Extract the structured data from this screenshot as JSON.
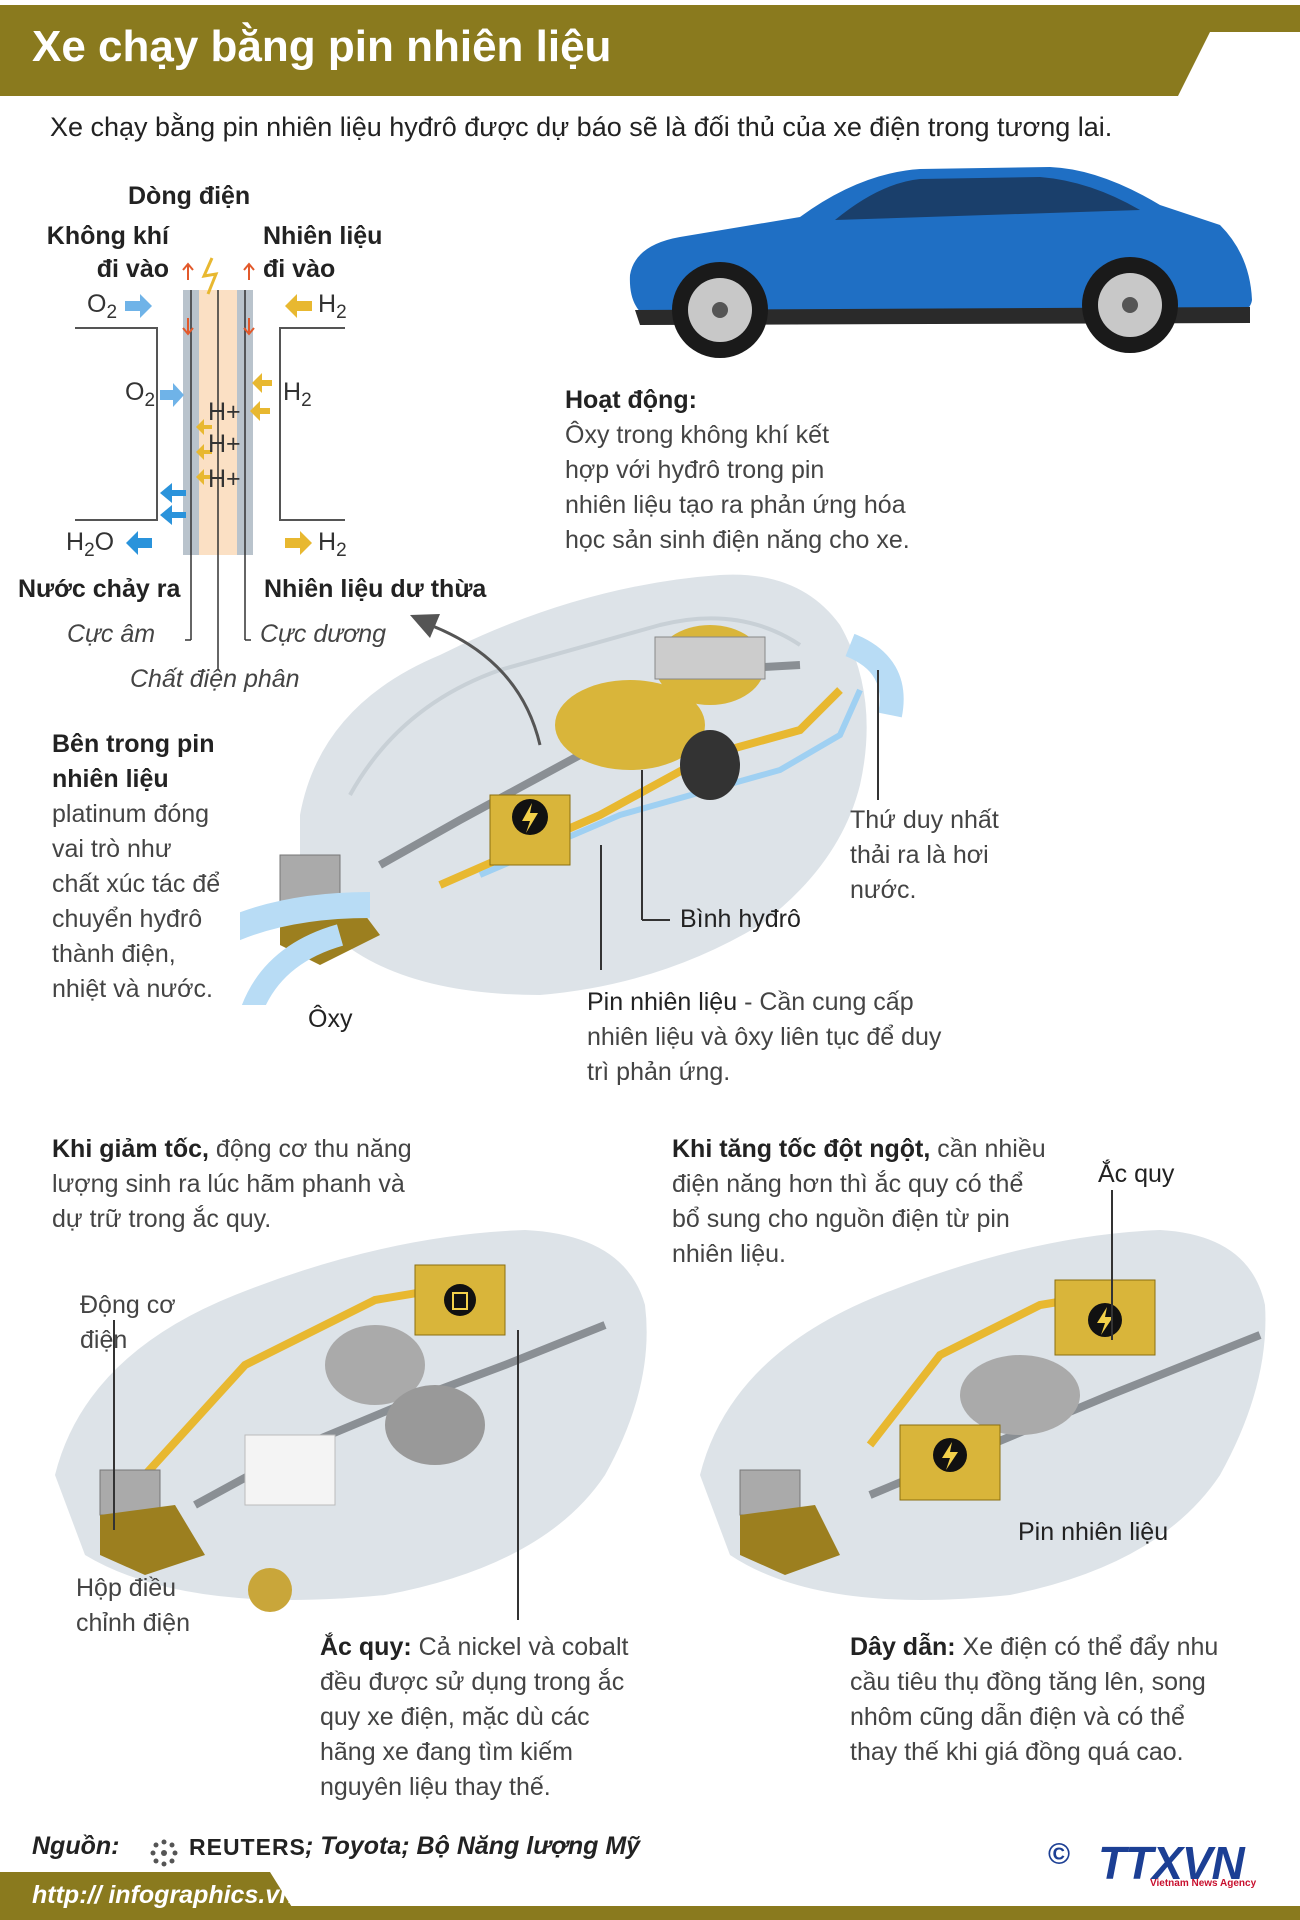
{
  "header": {
    "title": "Xe chạy bằng pin nhiên liệu",
    "subtitle": "Xe chạy bằng pin nhiên liệu hyđrô được dự báo sẽ là đối thủ của xe điện trong tương lai.",
    "bar_color": "#8a7a1e"
  },
  "cell_diagram": {
    "current_label": "Dòng điện",
    "air_in": [
      "Không khí",
      "đi vào"
    ],
    "fuel_in": [
      "Nhiên liệu",
      "đi vào"
    ],
    "o2": "O",
    "h2": "H",
    "two": "2",
    "water": "H",
    "water_o": "O",
    "hplus": "H+",
    "water_out": "Nước chảy ra",
    "excess_fuel": "Nhiên liệu dư thừa",
    "cathode": "Cực âm",
    "anode": "Cực dương",
    "electrolyte": "Chất điện phân"
  },
  "operation": {
    "heading": "Hoạt động:",
    "lines": [
      "Ôxy trong không khí kết",
      "hợp với hyđrô trong pin",
      "nhiên liệu tạo ra phản ứng hóa",
      "học sản sinh điện năng cho xe."
    ]
  },
  "inside_cell": {
    "heading_lines": [
      "Bên trong pin",
      "nhiên liệu"
    ],
    "lines": [
      "platinum đóng",
      "vai trò như",
      "chất xúc tác để",
      "chuyển hyđrô",
      "thành điện,",
      "nhiệt và nước."
    ]
  },
  "main_car": {
    "exhaust_lines": [
      "Thứ duy nhất",
      "thải ra là hơi",
      "nước."
    ],
    "tank_label": "Bình hyđrô",
    "oxygen_label": "Ôxy",
    "fuel_cell_bold": "Pin nhiên liệu",
    "fuel_cell_lines": [
      " - Cần cung cấp",
      "nhiên liệu và ôxy liên tục để duy",
      "trì phản ứng."
    ]
  },
  "decel": {
    "bold": "Khi giảm tốc,",
    "lines": [
      " động cơ thu năng",
      "lượng sinh ra lúc hãm phanh và",
      "dự trữ trong ắc quy."
    ],
    "motor_lines": [
      "Động cơ",
      "điện"
    ],
    "controller_lines": [
      "Hộp điều",
      "chỉnh điện"
    ],
    "battery_bold": "Ắc quy:",
    "battery_lines": [
      " Cả nickel và cobalt",
      "đều được sử dụng trong ắc",
      "quy xe điện, mặc dù các",
      "hãng xe đang tìm kiếm",
      "nguyên liệu thay thế."
    ]
  },
  "accel": {
    "bold": "Khi tăng tốc đột ngột,",
    "lines": [
      " cần nhiều",
      "điện năng hơn thì ắc quy có thể",
      "bổ sung cho nguồn điện từ pin",
      "nhiên liệu."
    ],
    "battery_label": "Ắc quy",
    "fuel_cell_label": "Pin nhiên liệu",
    "wire_bold": "Dây dẫn:",
    "wire_lines": [
      " Xe điện có thể đẩy nhu",
      "cầu tiêu thụ đồng tăng lên, song",
      "nhôm cũng dẫn điện và có thể",
      "thay thế khi giá đồng quá cao."
    ]
  },
  "footer": {
    "source_label": "Nguồn:",
    "reuters": "REUTERS",
    "source_text": "; Toyota; Bộ Năng lượng Mỹ",
    "website": "http:// infographics.vn",
    "copyright": "©",
    "agency": "TTXVN",
    "agency_sub": "Vietnam News Agency"
  },
  "colors": {
    "gold": "#d9b53a",
    "blue_car": "#1f6fc4",
    "ghost_car": "#dde3e8",
    "water_blue": "#7ab8e6",
    "hydrogen_arrow": "#e8b830",
    "current_arrow": "#e2592b"
  }
}
